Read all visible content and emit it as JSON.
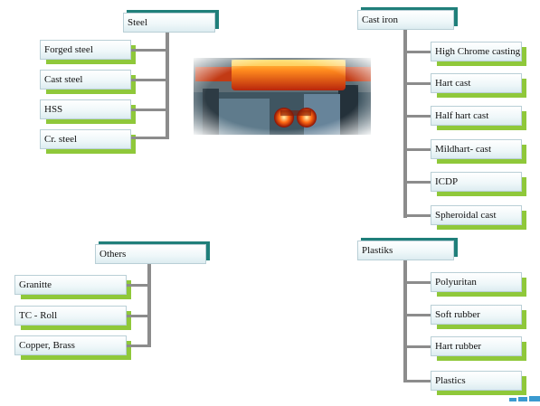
{
  "groups": {
    "steel": {
      "title": "Steel",
      "items": [
        "Forged steel",
        "Cast steel",
        "HSS",
        "Cr. steel"
      ]
    },
    "cast_iron": {
      "title": "Cast iron",
      "items": [
        "High Chrome casting",
        "Hart cast",
        "Half hart cast",
        "Mildhart- cast",
        "ICDP",
        "Spheroidal cast"
      ]
    },
    "others": {
      "title": "Others",
      "items": [
        "Granitte",
        "TC - Roll",
        "Copper, Brass"
      ]
    },
    "plastiks": {
      "title": "Plastiks",
      "items": [
        "Polyuritan",
        "Soft rubber",
        "Hart rubber",
        "Plastics"
      ]
    }
  },
  "colors": {
    "group_shadow": "#1f7f7a",
    "item_shadow": "#8fc83a",
    "connector": "#8c8c8c",
    "box_fill": "#eef7f9"
  },
  "image": {
    "icon": "industrial-roll-photo"
  }
}
